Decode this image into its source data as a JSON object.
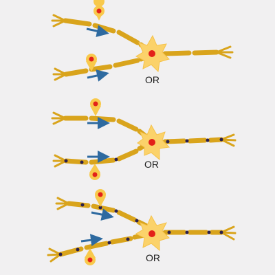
{
  "colors": {
    "background": "#f1f0f1",
    "axon": "#d9a41c",
    "axon_dark": "#c48f12",
    "soma": "#fbd26a",
    "soma_edge": "#f5c24a",
    "nucleus": "#e32119",
    "pin": "#f8c94c",
    "pin_dot": "#e32119",
    "arrow": "#2e6aa0",
    "node": "#2a1f4e"
  },
  "panels": [
    {
      "id": "panel-1",
      "label": "OR"
    },
    {
      "id": "panel-2",
      "label": "OR"
    },
    {
      "id": "panel-3",
      "label": "OR"
    }
  ]
}
